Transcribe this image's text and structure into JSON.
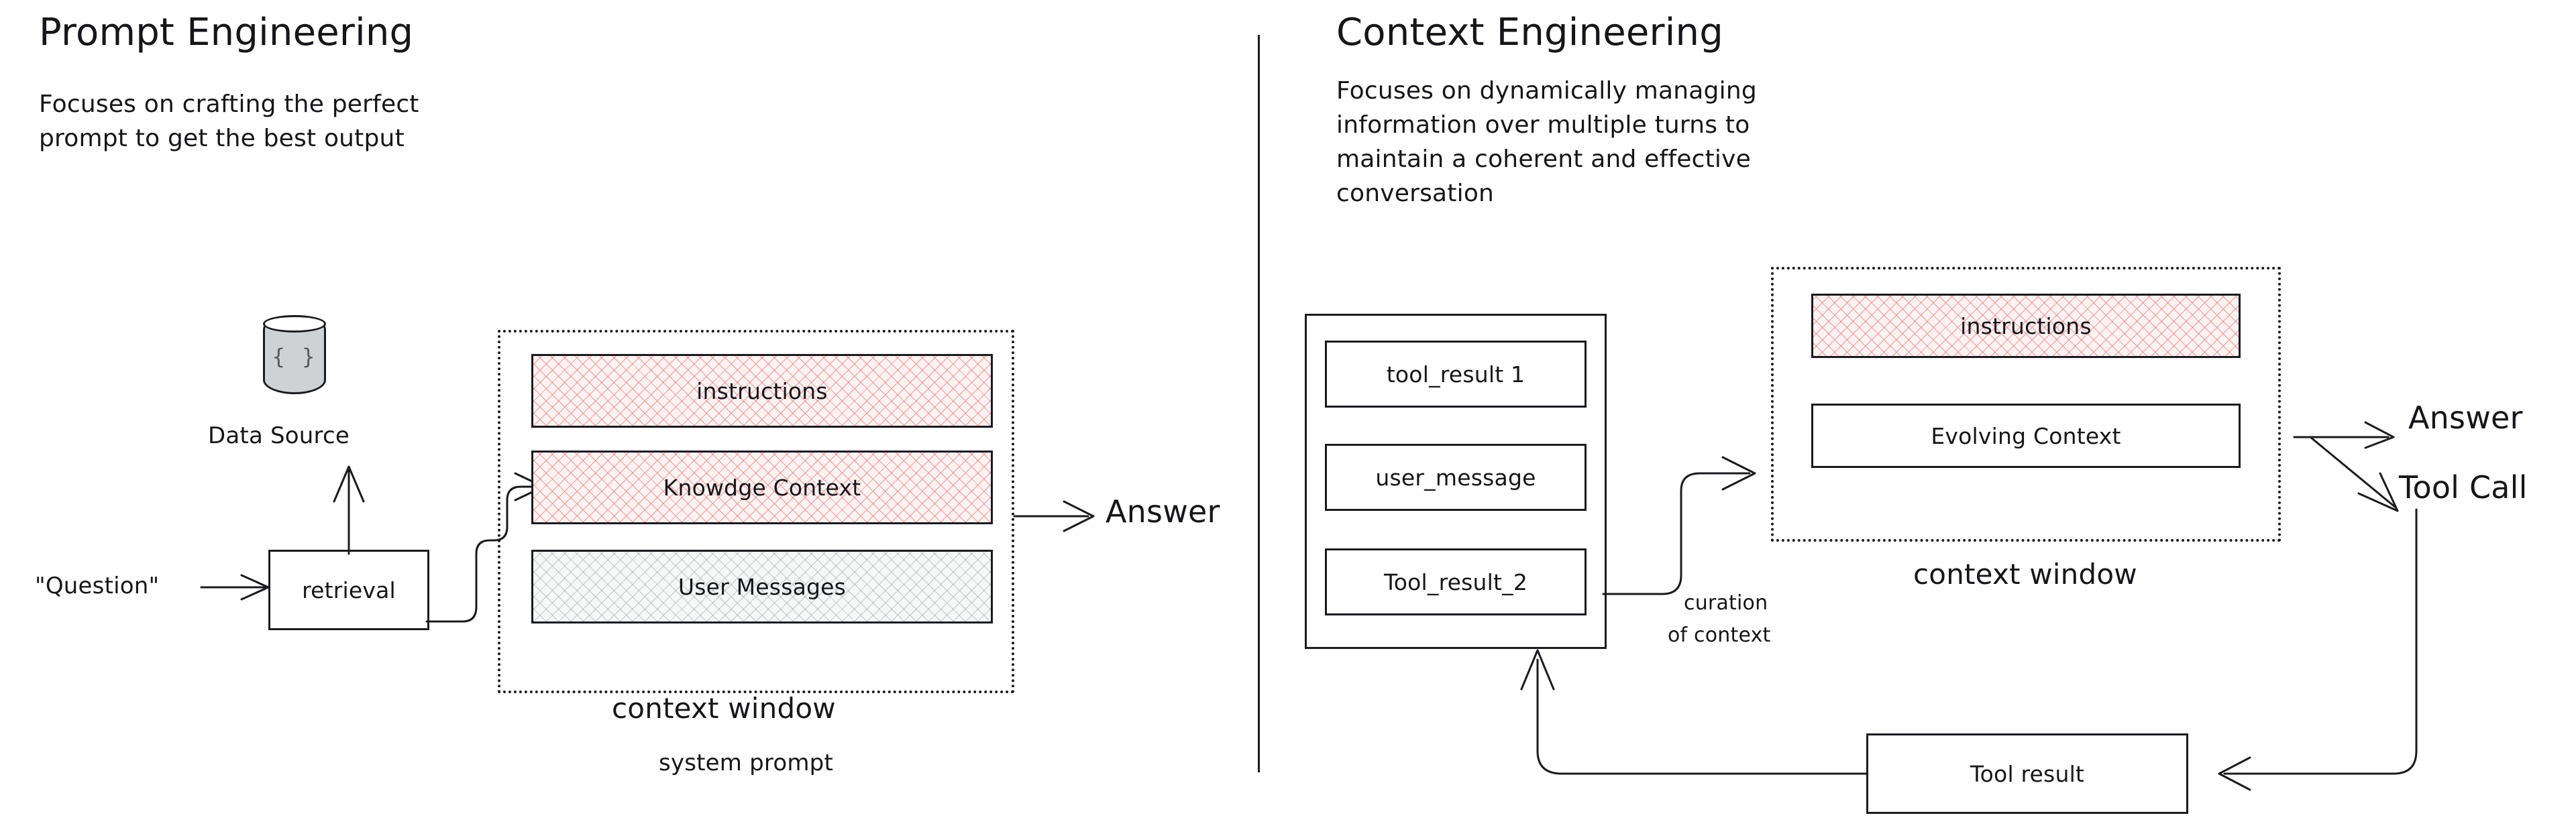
{
  "left_panel": {
    "title": "Prompt Engineering",
    "subtitle": "Focuses on crafting the perfect\nprompt to get the best output",
    "question_label": "\"Question\"",
    "retrieval_label": "retrieval",
    "data_source_label": "Data Source",
    "data_source_icon_text": "{ }",
    "context_window_blocks": [
      {
        "label": "instructions",
        "fill": "hatch-red"
      },
      {
        "label": "Knowdge Context",
        "fill": "hatch-red"
      },
      {
        "label": "User Messages",
        "fill": "hatch-grey"
      }
    ],
    "context_window_caption": "context window",
    "system_prompt_caption": "system prompt",
    "answer_label": "Answer"
  },
  "right_panel": {
    "title": "Context Engineering",
    "subtitle": "Focuses on dynamically managing\ninformation over multiple turns to\nmaintain a coherent and effective\nconversation",
    "history_blocks": [
      {
        "label": "tool_result 1"
      },
      {
        "label": "user_message"
      },
      {
        "label": "Tool_result_2"
      }
    ],
    "curation_caption_line1": "curation",
    "curation_caption_line2": "of context",
    "context_window_blocks": [
      {
        "label": "instructions",
        "fill": "hatch-red"
      },
      {
        "label": "Evolving Context",
        "fill": "plain"
      }
    ],
    "context_window_caption": "context window",
    "answer_label": "Answer",
    "tool_call_label": "Tool Call",
    "tool_result_label": "Tool result"
  },
  "colors": {
    "ink": "#1b1b1f",
    "hatch_red": "#e27878",
    "hatch_red_fill": "#fdf2f2",
    "hatch_grey": "#788080",
    "cylinder_fill": "#cfd2d4",
    "background": "#ffffff"
  }
}
